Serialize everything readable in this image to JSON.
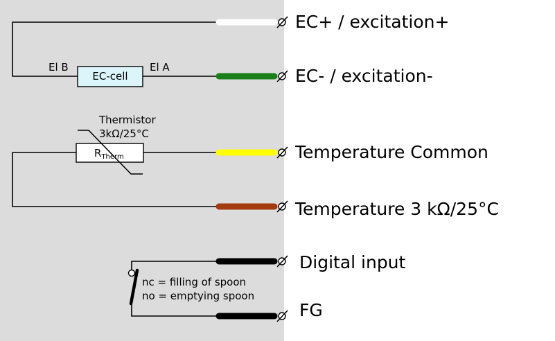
{
  "terminals": [
    {
      "label": "EC+ / excitation+",
      "wire_color": "#ffffff"
    },
    {
      "label": "EC- / excitation-",
      "wire_color": "#1a7f1a"
    },
    {
      "label": "Temperature Common",
      "wire_color": "#ffff00"
    },
    {
      "label": "Temperature 3 kΩ/25°C",
      "wire_color": "#a33a10"
    },
    {
      "label": "Digital input",
      "wire_color": "#000000"
    },
    {
      "label": "FG",
      "wire_color": "#000000"
    }
  ],
  "ec_cell": {
    "label": "EC-cell",
    "left_pin": "El B",
    "right_pin": "El A",
    "fill_color": "#dcf5fa"
  },
  "thermistor": {
    "title": "Thermistor",
    "rating": "3kΩ/25°C",
    "symbol": "R",
    "symbol_sub": "Therm"
  },
  "switch": {
    "note_nc": "nc = filling of spoon",
    "note_no": "no = emptying spoon"
  },
  "panel_color": "#dcdcdc"
}
